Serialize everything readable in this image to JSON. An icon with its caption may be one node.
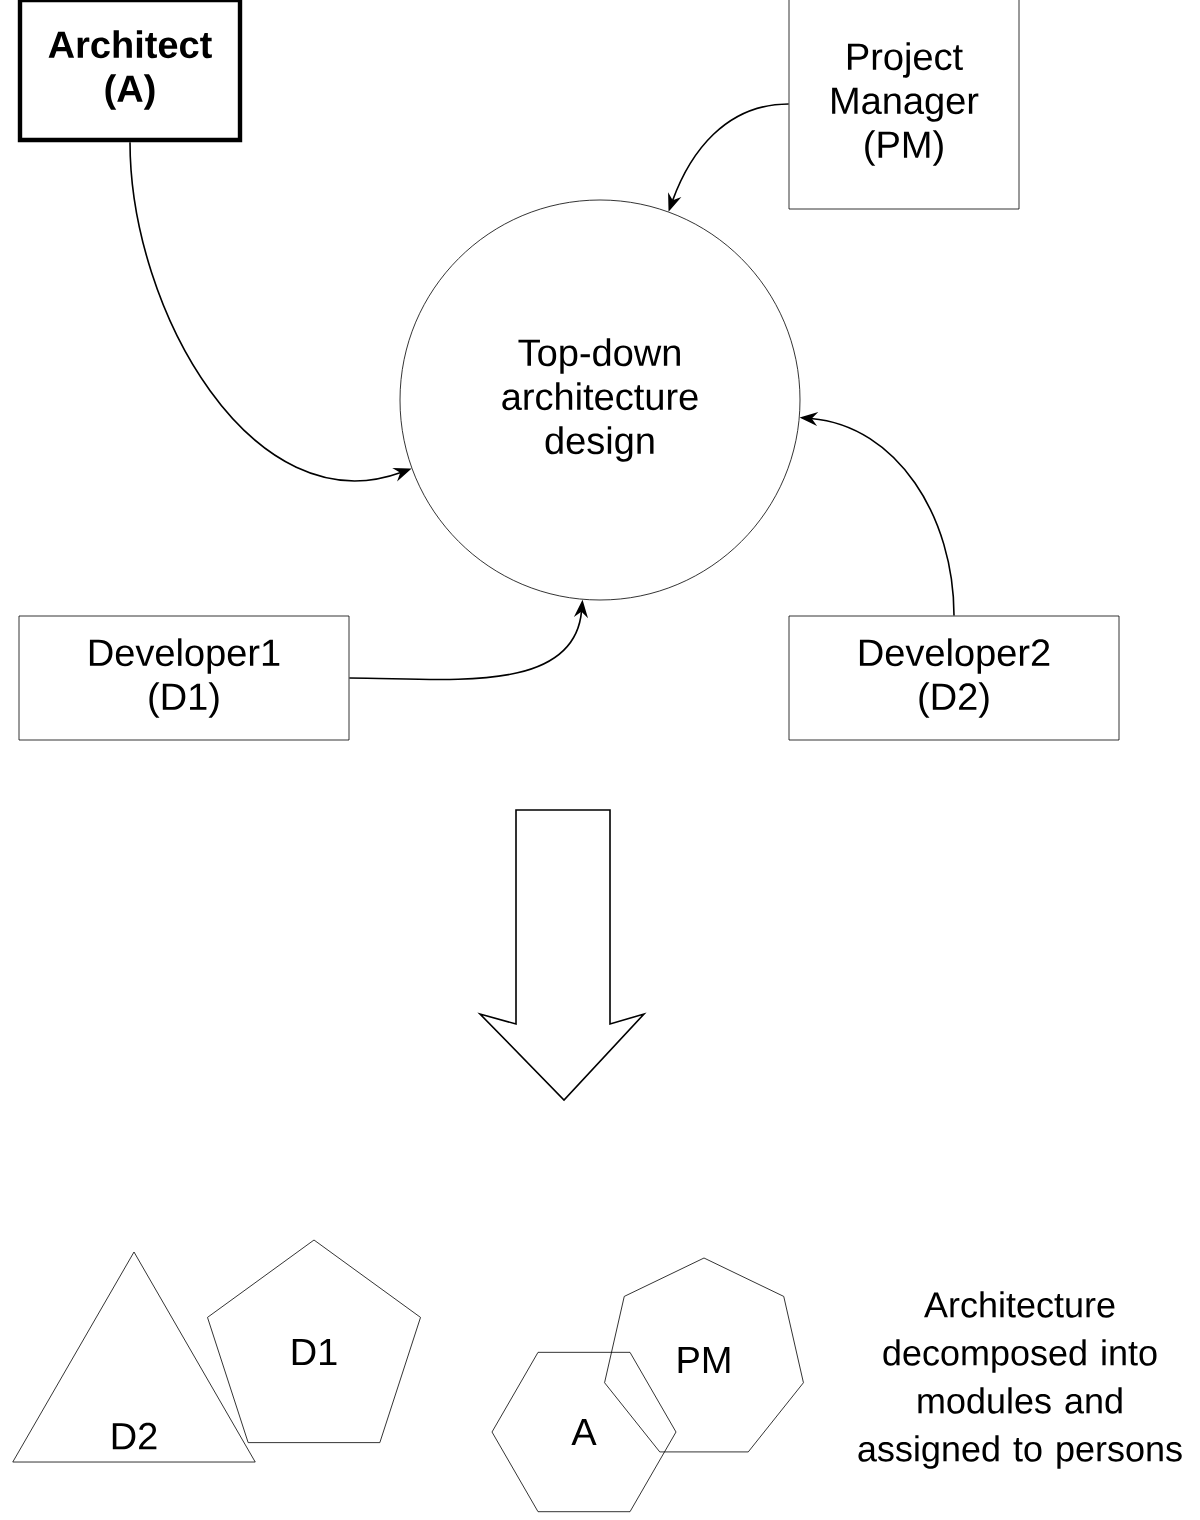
{
  "diagram": {
    "nodes": [
      {
        "text": [
          "Architect (A)"
        ]
      },
      {
        "text": [
          "Project Manager (PM)"
        ]
      },
      {
        "text": [
          "Top-down architecture design"
        ]
      },
      {
        "text": [
          "Developer1 (D1)"
        ]
      },
      {
        "text": [
          "Developer2 (D2)"
        ]
      },
      {
        "text": [
          "D1"
        ]
      },
      {
        "text": [
          "PM"
        ]
      },
      {
        "text": [
          "D2"
        ]
      },
      {
        "text": [
          "A"
        ]
      }
    ],
    "edges": [
      {
        "from": 0,
        "to": 2,
        "arrow": "to"
      },
      {
        "from": 1,
        "to": 2,
        "arrow": "to"
      },
      {
        "from": 3,
        "to": 2,
        "arrow": "to"
      },
      {
        "from": 4,
        "to": 2,
        "arrow": "to"
      }
    ],
    "labels": [
      "Architecture decomposed into modules and assigned to persons"
    ]
  }
}
